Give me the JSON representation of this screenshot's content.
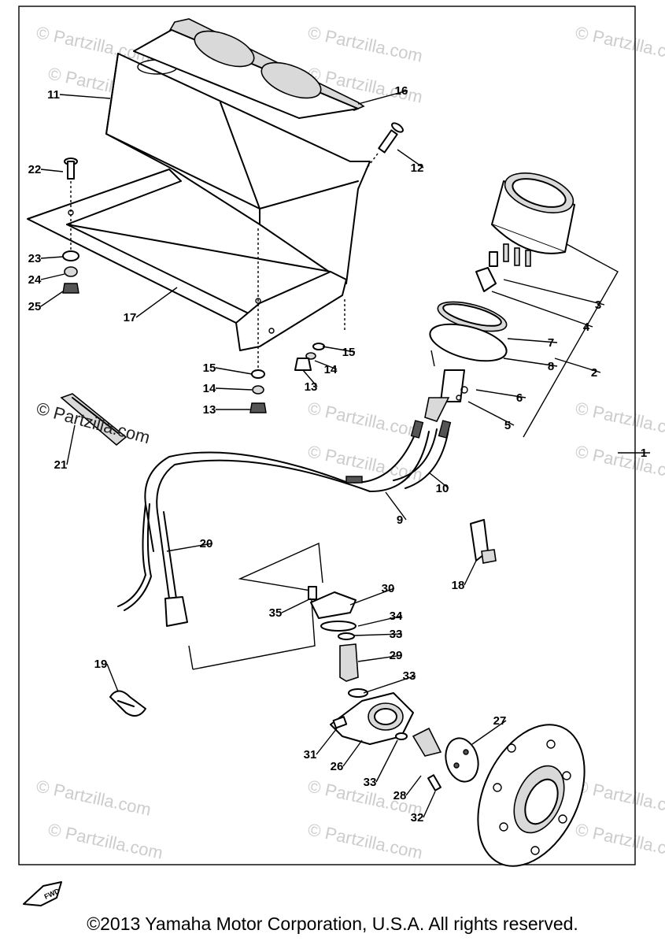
{
  "watermark": {
    "text": "© Partzilla.com",
    "color": "#cccccc"
  },
  "overlay_watermark": "© Partzilla.com",
  "copyright": "©2013 Yamaha Motor Corporation, U.S.A. All rights reserved.",
  "front_arrow_label": "FWD",
  "parts": [
    {
      "id": "1",
      "label": "1"
    },
    {
      "id": "2",
      "label": "2"
    },
    {
      "id": "3",
      "label": "3"
    },
    {
      "id": "4",
      "label": "4"
    },
    {
      "id": "5",
      "label": "5"
    },
    {
      "id": "6",
      "label": "6"
    },
    {
      "id": "7",
      "label": "7"
    },
    {
      "id": "8",
      "label": "8"
    },
    {
      "id": "9",
      "label": "9"
    },
    {
      "id": "10",
      "label": "10"
    },
    {
      "id": "11",
      "label": "11"
    },
    {
      "id": "12",
      "label": "12"
    },
    {
      "id": "13a",
      "label": "13"
    },
    {
      "id": "13b",
      "label": "13"
    },
    {
      "id": "14a",
      "label": "14"
    },
    {
      "id": "14b",
      "label": "14"
    },
    {
      "id": "15a",
      "label": "15"
    },
    {
      "id": "15b",
      "label": "15"
    },
    {
      "id": "16",
      "label": "16"
    },
    {
      "id": "17",
      "label": "17"
    },
    {
      "id": "18",
      "label": "18"
    },
    {
      "id": "19",
      "label": "19"
    },
    {
      "id": "20",
      "label": "20"
    },
    {
      "id": "21",
      "label": "21"
    },
    {
      "id": "22",
      "label": "22"
    },
    {
      "id": "23",
      "label": "23"
    },
    {
      "id": "24",
      "label": "24"
    },
    {
      "id": "25",
      "label": "25"
    },
    {
      "id": "26",
      "label": "26"
    },
    {
      "id": "27",
      "label": "27"
    },
    {
      "id": "28",
      "label": "28"
    },
    {
      "id": "29",
      "label": "29"
    },
    {
      "id": "30",
      "label": "30"
    },
    {
      "id": "31",
      "label": "31"
    },
    {
      "id": "32",
      "label": "32"
    },
    {
      "id": "33a",
      "label": "33"
    },
    {
      "id": "33b",
      "label": "33"
    },
    {
      "id": "33c",
      "label": "33"
    },
    {
      "id": "34",
      "label": "34"
    },
    {
      "id": "35",
      "label": "35"
    }
  ]
}
